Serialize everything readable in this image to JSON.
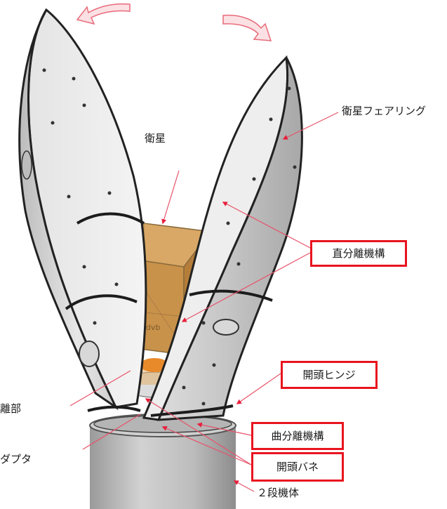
{
  "labels": {
    "satellite": "衛星",
    "fairing": "衛星フェアリング",
    "linear_separation": "直分離機構",
    "hinge": "開頭ヒンジ",
    "curved_separation": "曲分離機構",
    "spring": "開頭バネ",
    "second_stage": "２段機体",
    "separation_partial": "離部",
    "adapter_partial": "ダプタ"
  },
  "colors": {
    "highlight_box": "#e8141e",
    "leader_line": "#e8526a",
    "rotation_arrow": "#e86a7a",
    "satellite": "#c9924a"
  }
}
